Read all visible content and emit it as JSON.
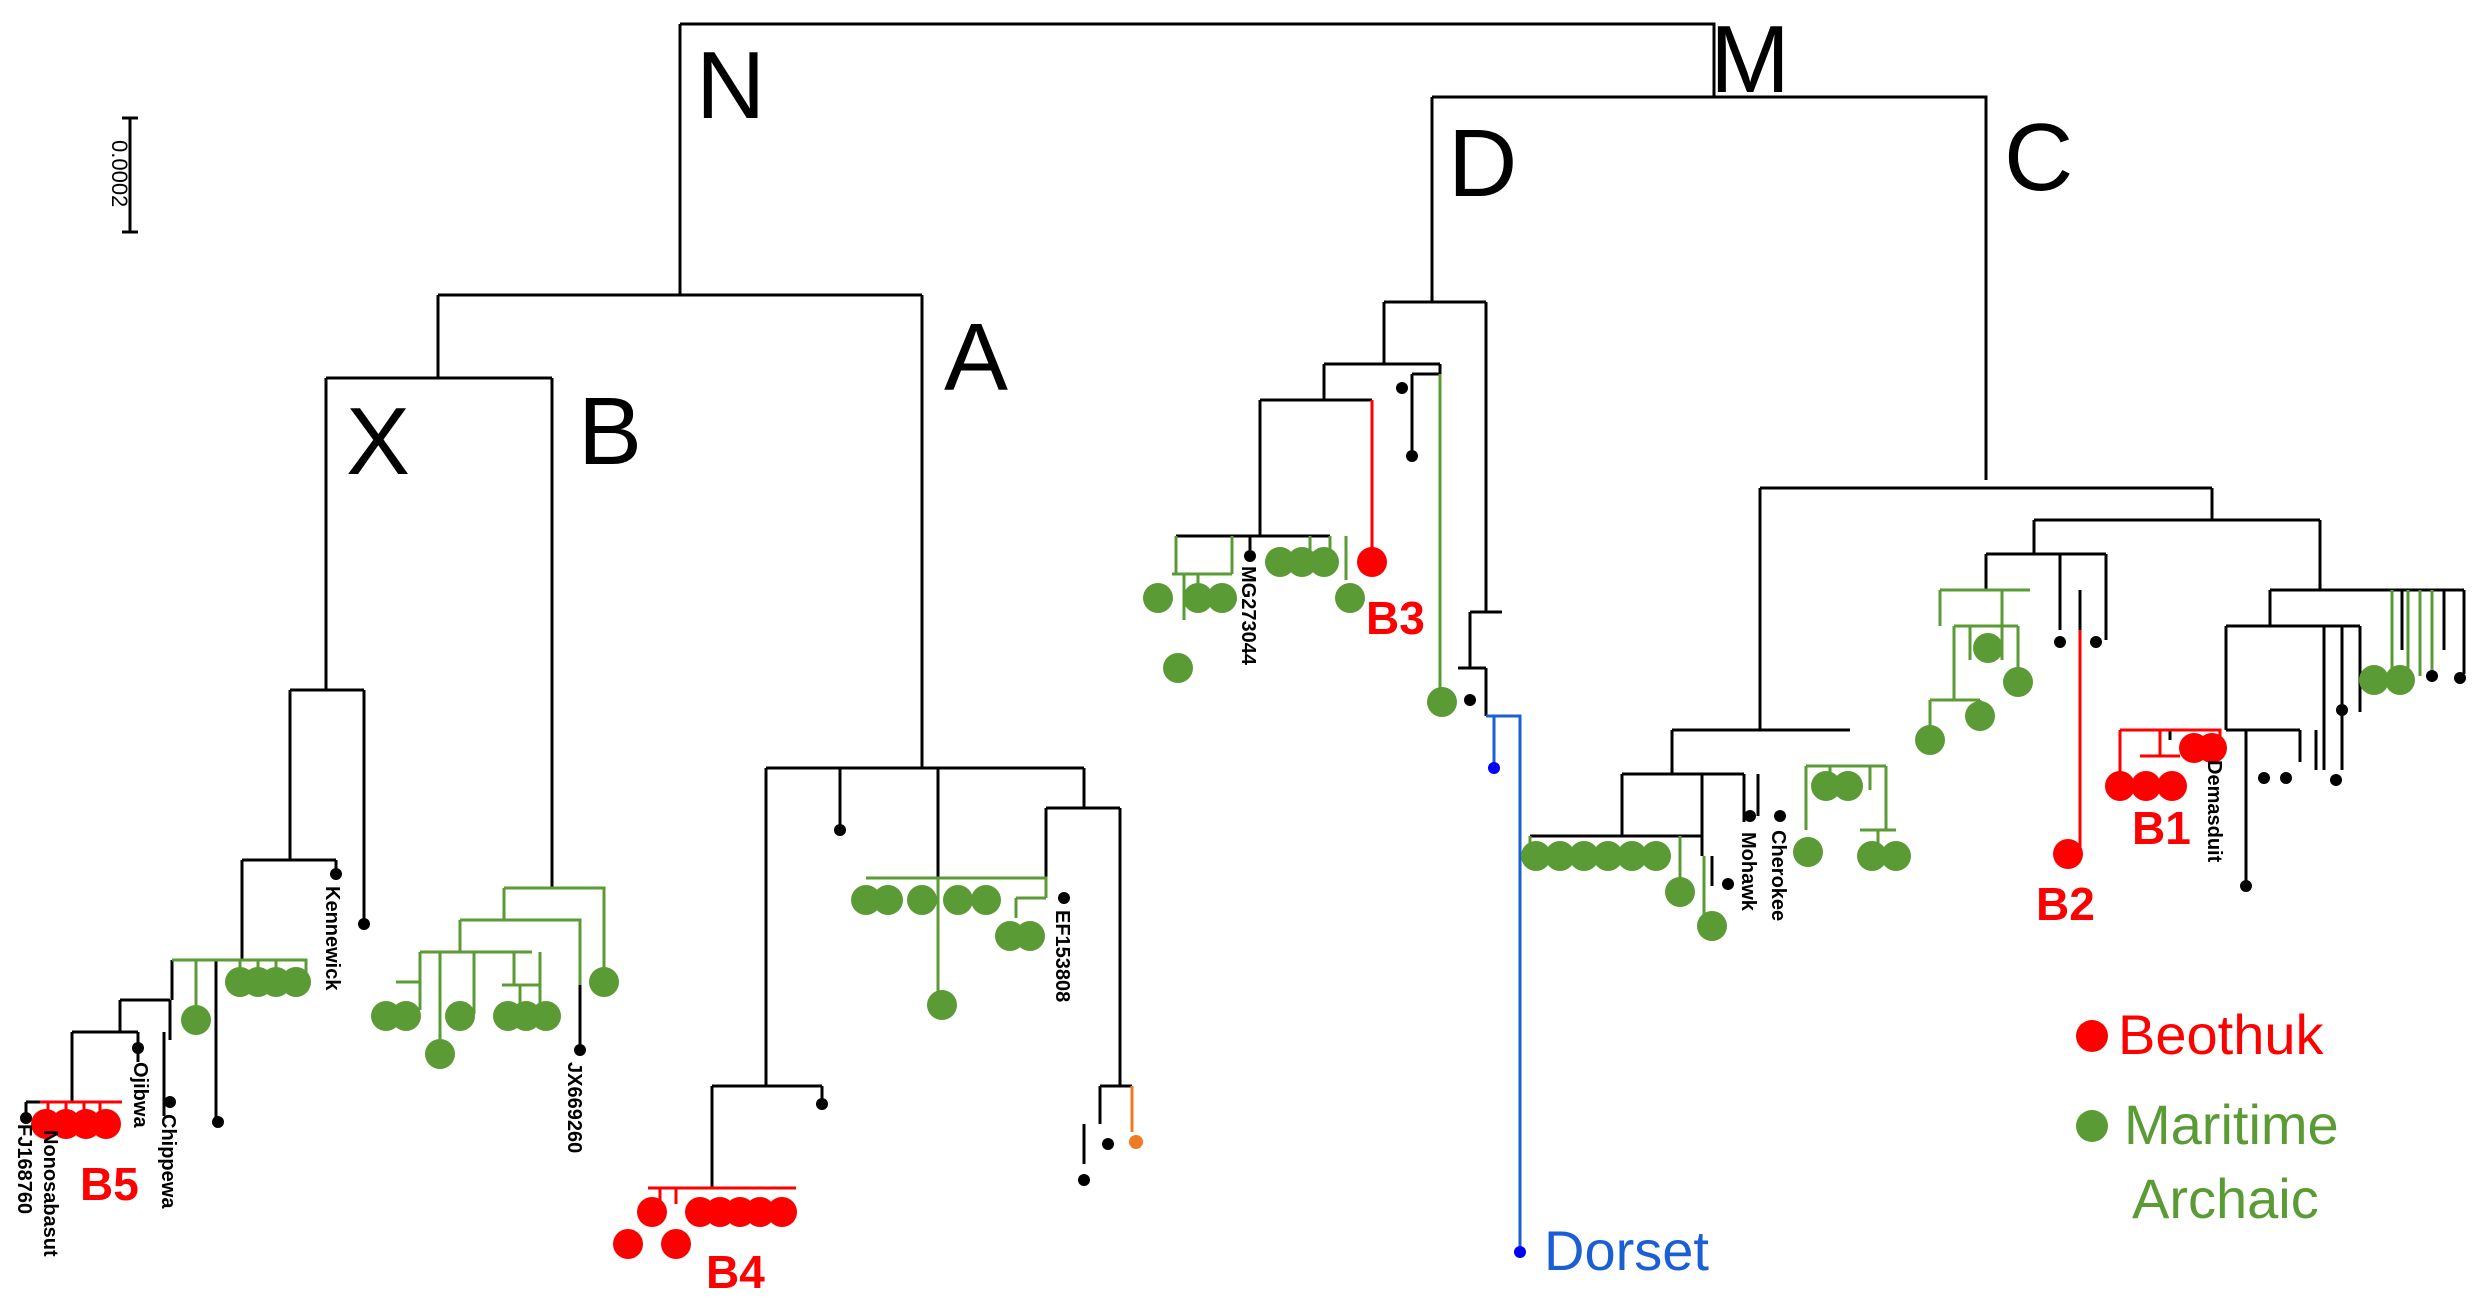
{
  "colors": {
    "black": "#000000",
    "beothuk": "#ff0000",
    "maritime": "#5b9b35",
    "dorset": "#1a5fd4",
    "dorset_dot": "#0000ff",
    "orange": "#f07a22"
  },
  "scale_bar": {
    "label": "0.0002"
  },
  "haplogroups": {
    "N": "N",
    "M": "M",
    "D": "D",
    "C": "C",
    "X": "X",
    "B": "B",
    "A": "A"
  },
  "subclades": {
    "B1": "B1",
    "B2": "B2",
    "B3": "B3",
    "B4": "B4",
    "B5": "B5"
  },
  "samples": {
    "kennewick": "Kennewick",
    "ojibwa": "Ojibwa",
    "chippewa": "Chippewa",
    "nonosabasut": "Nonosabasut",
    "fj168760": "FJ168760",
    "jx669260": "JX669260",
    "ef153808": "EF153808",
    "mg273044": "MG273044",
    "mohawk": "Mohawk",
    "cherokee": "Cherokee",
    "demasduit": "Demasduit"
  },
  "legend": {
    "beothuk": "Beothuk",
    "maritime_line1": "Maritime",
    "maritime_line2": "Archaic",
    "dorset": "Dorset"
  }
}
